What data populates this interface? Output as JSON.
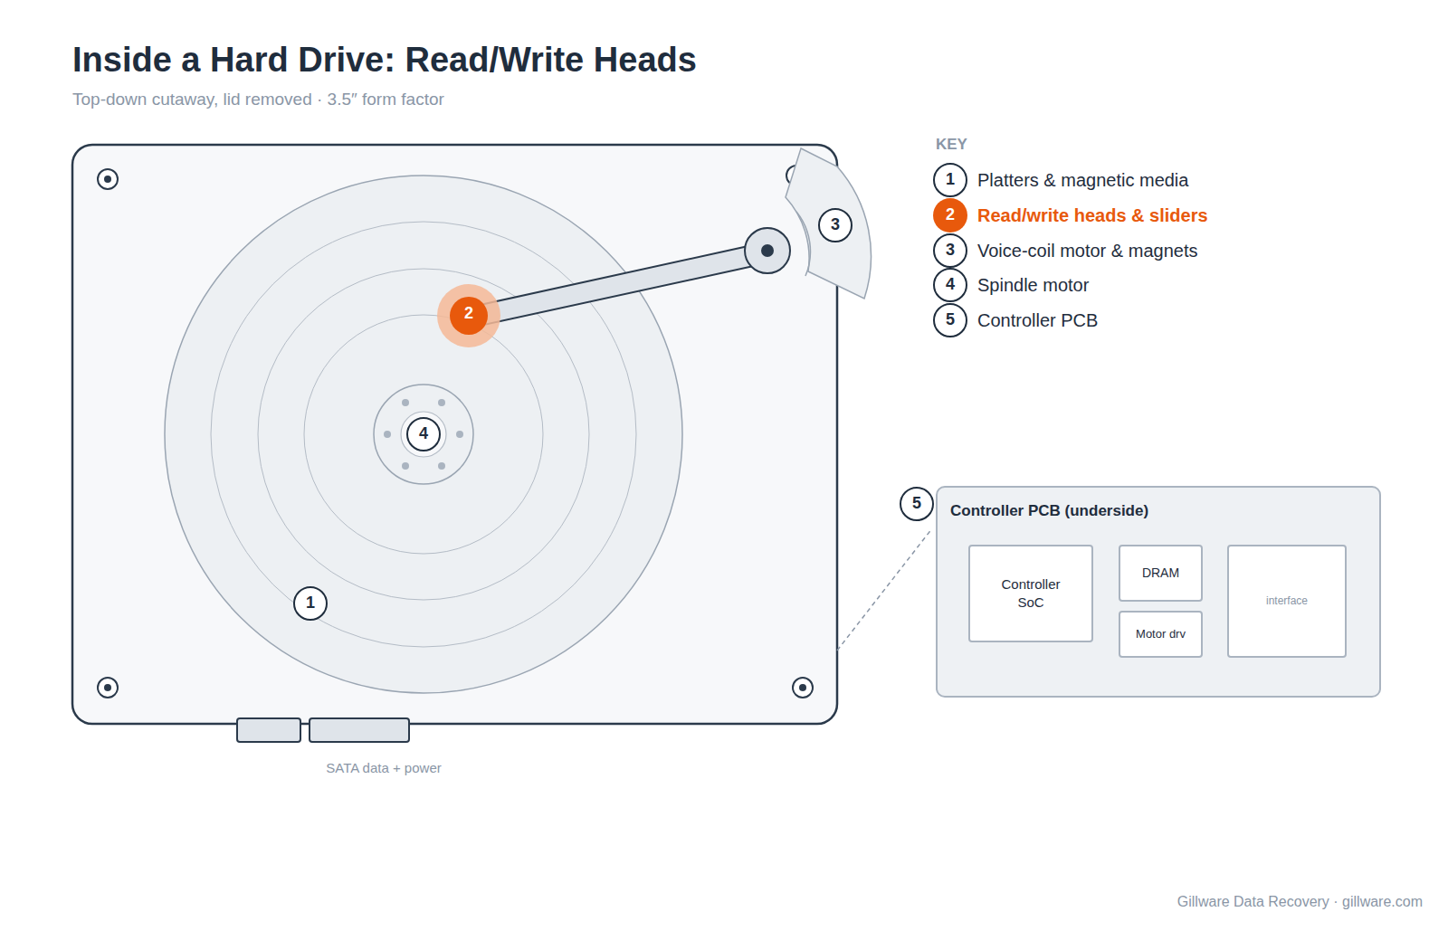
{
  "diagram": {
    "title": "Inside a Hard Drive: Read/Write Heads",
    "caption": "Top-down cutaway, lid removed · 3.5″ form factor",
    "nodes": [
      {
        "text": [
          "Controller PCB (underside)"
        ]
      },
      {
        "text": [
          "Controller SoC"
        ],
        "in": 0
      },
      {
        "text": [
          "DRAM"
        ],
        "in": 0
      },
      {
        "text": [
          "Motor drv"
        ],
        "in": 0
      },
      {
        "text": [
          "interface"
        ],
        "in": 0
      }
    ],
    "edges": [],
    "labels": [
      "2",
      "3",
      "4",
      "1",
      "5",
      "SATA data + power",
      "KEY",
      "1",
      "2",
      "3",
      "4",
      "5",
      "Gillware Data Recovery · gillware.com"
    ],
    "legend": [
      {
        "text": "Platters & magnetic media"
      },
      {
        "text": "Read/write heads & sliders"
      },
      {
        "text": "Voice-coil motor & magnets"
      },
      {
        "text": "Spindle motor"
      },
      {
        "text": "Controller PCB"
      }
    ]
  }
}
